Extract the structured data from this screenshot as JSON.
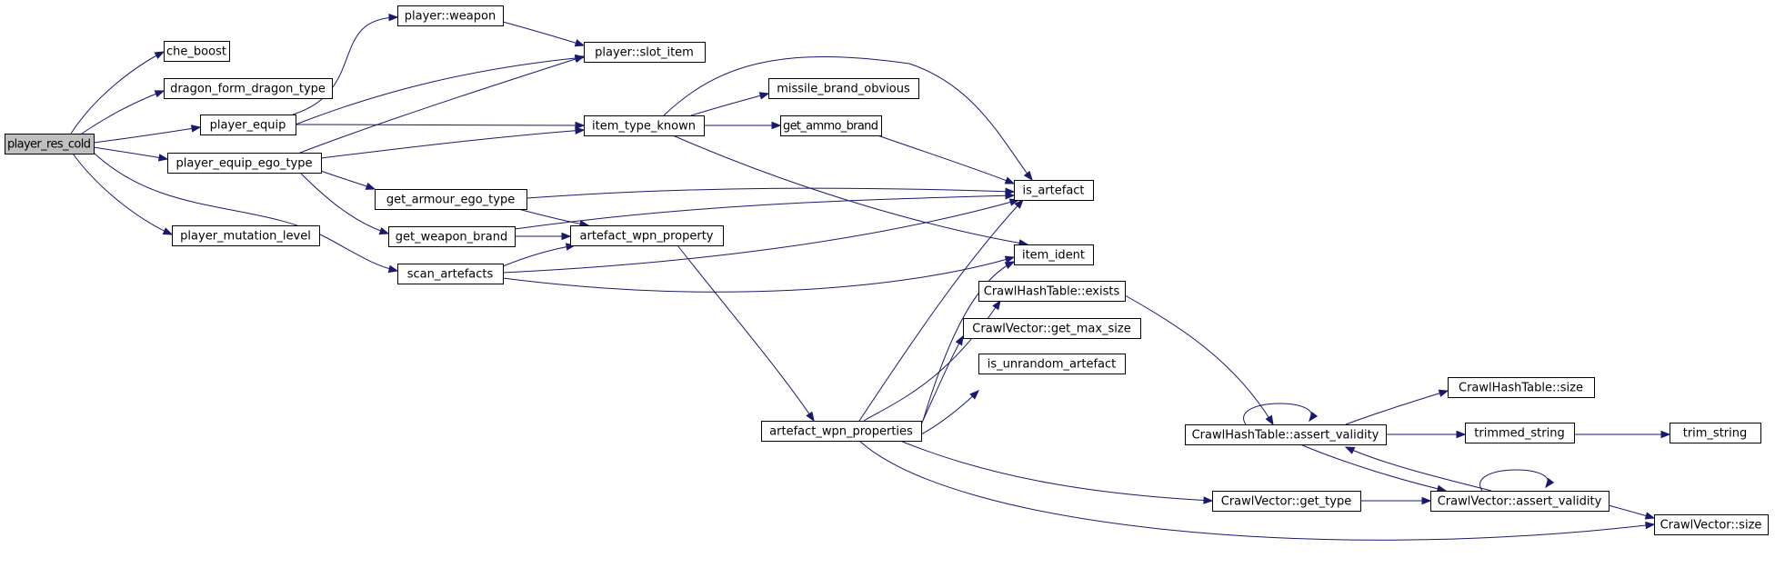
{
  "graph": {
    "root": "player_res_cold",
    "colors": {
      "root_fill": "#bfbfbf",
      "node_fill": "#ffffff",
      "edge": "#191970",
      "border": "#000000"
    },
    "nodes": [
      {
        "id": "player_res_cold",
        "label": "player_res_cold"
      },
      {
        "id": "che_boost",
        "label": "che_boost"
      },
      {
        "id": "dragon_form_dragon_type",
        "label": "dragon_form_dragon_type"
      },
      {
        "id": "player_equip",
        "label": "player_equip"
      },
      {
        "id": "player_equip_ego_type",
        "label": "player_equip_ego_type"
      },
      {
        "id": "player_mutation_level",
        "label": "player_mutation_level"
      },
      {
        "id": "scan_artefacts",
        "label": "scan_artefacts"
      },
      {
        "id": "player_weapon",
        "label": "player::weapon"
      },
      {
        "id": "player_slot_item",
        "label": "player::slot_item"
      },
      {
        "id": "item_type_known",
        "label": "item_type_known"
      },
      {
        "id": "get_armour_ego_type",
        "label": "get_armour_ego_type"
      },
      {
        "id": "get_weapon_brand",
        "label": "get_weapon_brand"
      },
      {
        "id": "artefact_wpn_property",
        "label": "artefact_wpn_property"
      },
      {
        "id": "missile_brand_obvious",
        "label": "missile_brand_obvious"
      },
      {
        "id": "get_ammo_brand",
        "label": "get_ammo_brand"
      },
      {
        "id": "is_artefact",
        "label": "is_artefact"
      },
      {
        "id": "item_ident",
        "label": "item_ident"
      },
      {
        "id": "artefact_wpn_properties",
        "label": "artefact_wpn_properties"
      },
      {
        "id": "crawlhashtable_exists",
        "label": "CrawlHashTable::exists"
      },
      {
        "id": "crawlvector_get_max_size",
        "label": "CrawlVector::get_max_size"
      },
      {
        "id": "is_unrandom_artefact",
        "label": "is_unrandom_artefact"
      },
      {
        "id": "crawlhashtable_assert_validity",
        "label": "CrawlHashTable::assert_validity"
      },
      {
        "id": "crawlhashtable_size",
        "label": "CrawlHashTable::size"
      },
      {
        "id": "trimmed_string",
        "label": "trimmed_string"
      },
      {
        "id": "trim_string",
        "label": "trim_string"
      },
      {
        "id": "crawlvector_get_type",
        "label": "CrawlVector::get_type"
      },
      {
        "id": "crawlvector_assert_validity",
        "label": "CrawlVector::assert_validity"
      },
      {
        "id": "crawlvector_size",
        "label": "CrawlVector::size"
      }
    ],
    "edges": [
      {
        "from": "player_res_cold",
        "to": "che_boost"
      },
      {
        "from": "player_res_cold",
        "to": "dragon_form_dragon_type"
      },
      {
        "from": "player_res_cold",
        "to": "player_equip"
      },
      {
        "from": "player_res_cold",
        "to": "player_equip_ego_type"
      },
      {
        "from": "player_res_cold",
        "to": "player_mutation_level"
      },
      {
        "from": "player_res_cold",
        "to": "scan_artefacts"
      },
      {
        "from": "player_equip",
        "to": "player_weapon"
      },
      {
        "from": "player_equip",
        "to": "player_slot_item"
      },
      {
        "from": "player_equip",
        "to": "item_type_known"
      },
      {
        "from": "player_weapon",
        "to": "player_slot_item"
      },
      {
        "from": "player_equip_ego_type",
        "to": "player_slot_item"
      },
      {
        "from": "player_equip_ego_type",
        "to": "item_type_known"
      },
      {
        "from": "player_equip_ego_type",
        "to": "get_armour_ego_type"
      },
      {
        "from": "player_equip_ego_type",
        "to": "get_weapon_brand"
      },
      {
        "from": "item_type_known",
        "to": "missile_brand_obvious"
      },
      {
        "from": "item_type_known",
        "to": "get_ammo_brand"
      },
      {
        "from": "item_type_known",
        "to": "is_artefact"
      },
      {
        "from": "item_type_known",
        "to": "item_ident"
      },
      {
        "from": "get_ammo_brand",
        "to": "is_artefact"
      },
      {
        "from": "get_armour_ego_type",
        "to": "is_artefact"
      },
      {
        "from": "get_armour_ego_type",
        "to": "artefact_wpn_property"
      },
      {
        "from": "get_weapon_brand",
        "to": "is_artefact"
      },
      {
        "from": "get_weapon_brand",
        "to": "artefact_wpn_property"
      },
      {
        "from": "scan_artefacts",
        "to": "artefact_wpn_property"
      },
      {
        "from": "scan_artefacts",
        "to": "is_artefact"
      },
      {
        "from": "scan_artefacts",
        "to": "item_ident"
      },
      {
        "from": "artefact_wpn_property",
        "to": "artefact_wpn_properties"
      },
      {
        "from": "artefact_wpn_properties",
        "to": "is_artefact"
      },
      {
        "from": "artefact_wpn_properties",
        "to": "item_ident"
      },
      {
        "from": "artefact_wpn_properties",
        "to": "crawlhashtable_exists"
      },
      {
        "from": "artefact_wpn_properties",
        "to": "crawlvector_get_max_size"
      },
      {
        "from": "artefact_wpn_properties",
        "to": "is_unrandom_artefact"
      },
      {
        "from": "artefact_wpn_properties",
        "to": "crawlvector_get_type"
      },
      {
        "from": "artefact_wpn_properties",
        "to": "crawlvector_size"
      },
      {
        "from": "crawlhashtable_exists",
        "to": "crawlhashtable_assert_validity"
      },
      {
        "from": "crawlhashtable_assert_validity",
        "to": "crawlhashtable_assert_validity"
      },
      {
        "from": "crawlhashtable_assert_validity",
        "to": "crawlhashtable_size"
      },
      {
        "from": "crawlhashtable_assert_validity",
        "to": "trimmed_string"
      },
      {
        "from": "crawlhashtable_assert_validity",
        "to": "crawlvector_assert_validity"
      },
      {
        "from": "trimmed_string",
        "to": "trim_string"
      },
      {
        "from": "crawlvector_get_type",
        "to": "crawlvector_assert_validity"
      },
      {
        "from": "crawlvector_assert_validity",
        "to": "crawlvector_assert_validity"
      },
      {
        "from": "crawlvector_assert_validity",
        "to": "crawlhashtable_assert_validity"
      },
      {
        "from": "crawlvector_assert_validity",
        "to": "crawlvector_size"
      }
    ]
  }
}
